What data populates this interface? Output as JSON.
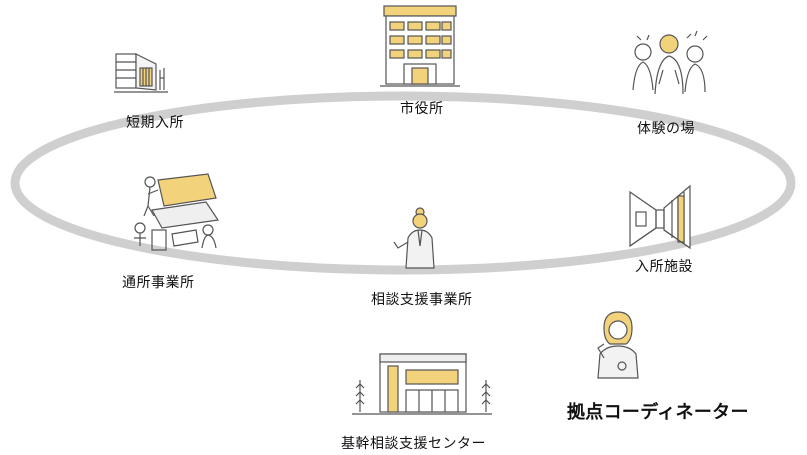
{
  "diagram": {
    "nodes": {
      "short_term": {
        "label": "短期入所",
        "icon": "short-stay-building-icon"
      },
      "city_hall": {
        "label": "市役所",
        "icon": "city-hall-icon"
      },
      "experience": {
        "label": "体験の場",
        "icon": "people-group-icon"
      },
      "day_service": {
        "label": "通所事業所",
        "icon": "workshop-people-icon"
      },
      "consultation": {
        "label": "相談支援事業所",
        "icon": "consultant-woman-icon"
      },
      "residential": {
        "label": "入所施設",
        "icon": "facility-corridor-icon"
      },
      "coordinator": {
        "label": "拠点コーディネーター",
        "icon": "coordinator-woman-icon"
      },
      "core_center": {
        "label": "基幹相談支援センター",
        "icon": "support-center-building-icon"
      }
    },
    "colors": {
      "ring": "#cfcfcf",
      "accent_yellow": "#f2d27a",
      "line": "#555555"
    }
  }
}
